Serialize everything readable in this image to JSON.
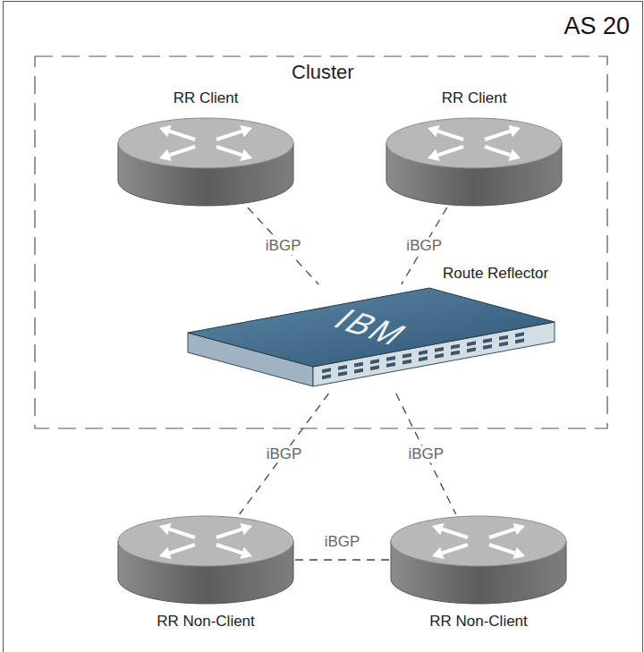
{
  "diagram": {
    "nodes": [
      {
        "text": [
          "AS 20"
        ]
      },
      {
        "text": [
          "Cluster"
        ],
        "in": 0
      },
      {
        "text": [
          "RR Client"
        ],
        "in": 1
      },
      {
        "text": [
          "RR Client"
        ],
        "in": 1
      },
      {
        "text": [
          "IBM",
          "Route Reflector"
        ],
        "in": 1
      },
      {
        "text": [
          "RR Non-Client"
        ],
        "in": 0
      },
      {
        "text": [
          "RR Non-Client"
        ],
        "in": 0
      }
    ],
    "edges": [
      {
        "from": 2,
        "to": 4,
        "arrow": "none",
        "label": "iBGP"
      },
      {
        "from": 3,
        "to": 4,
        "arrow": "none",
        "label": "iBGP"
      },
      {
        "from": 4,
        "to": 5,
        "arrow": "none",
        "label": "iBGP"
      },
      {
        "from": 4,
        "to": 6,
        "arrow": "none",
        "label": "iBGP"
      },
      {
        "from": 5,
        "to": 6,
        "arrow": "none",
        "label": "iBGP"
      }
    ]
  }
}
